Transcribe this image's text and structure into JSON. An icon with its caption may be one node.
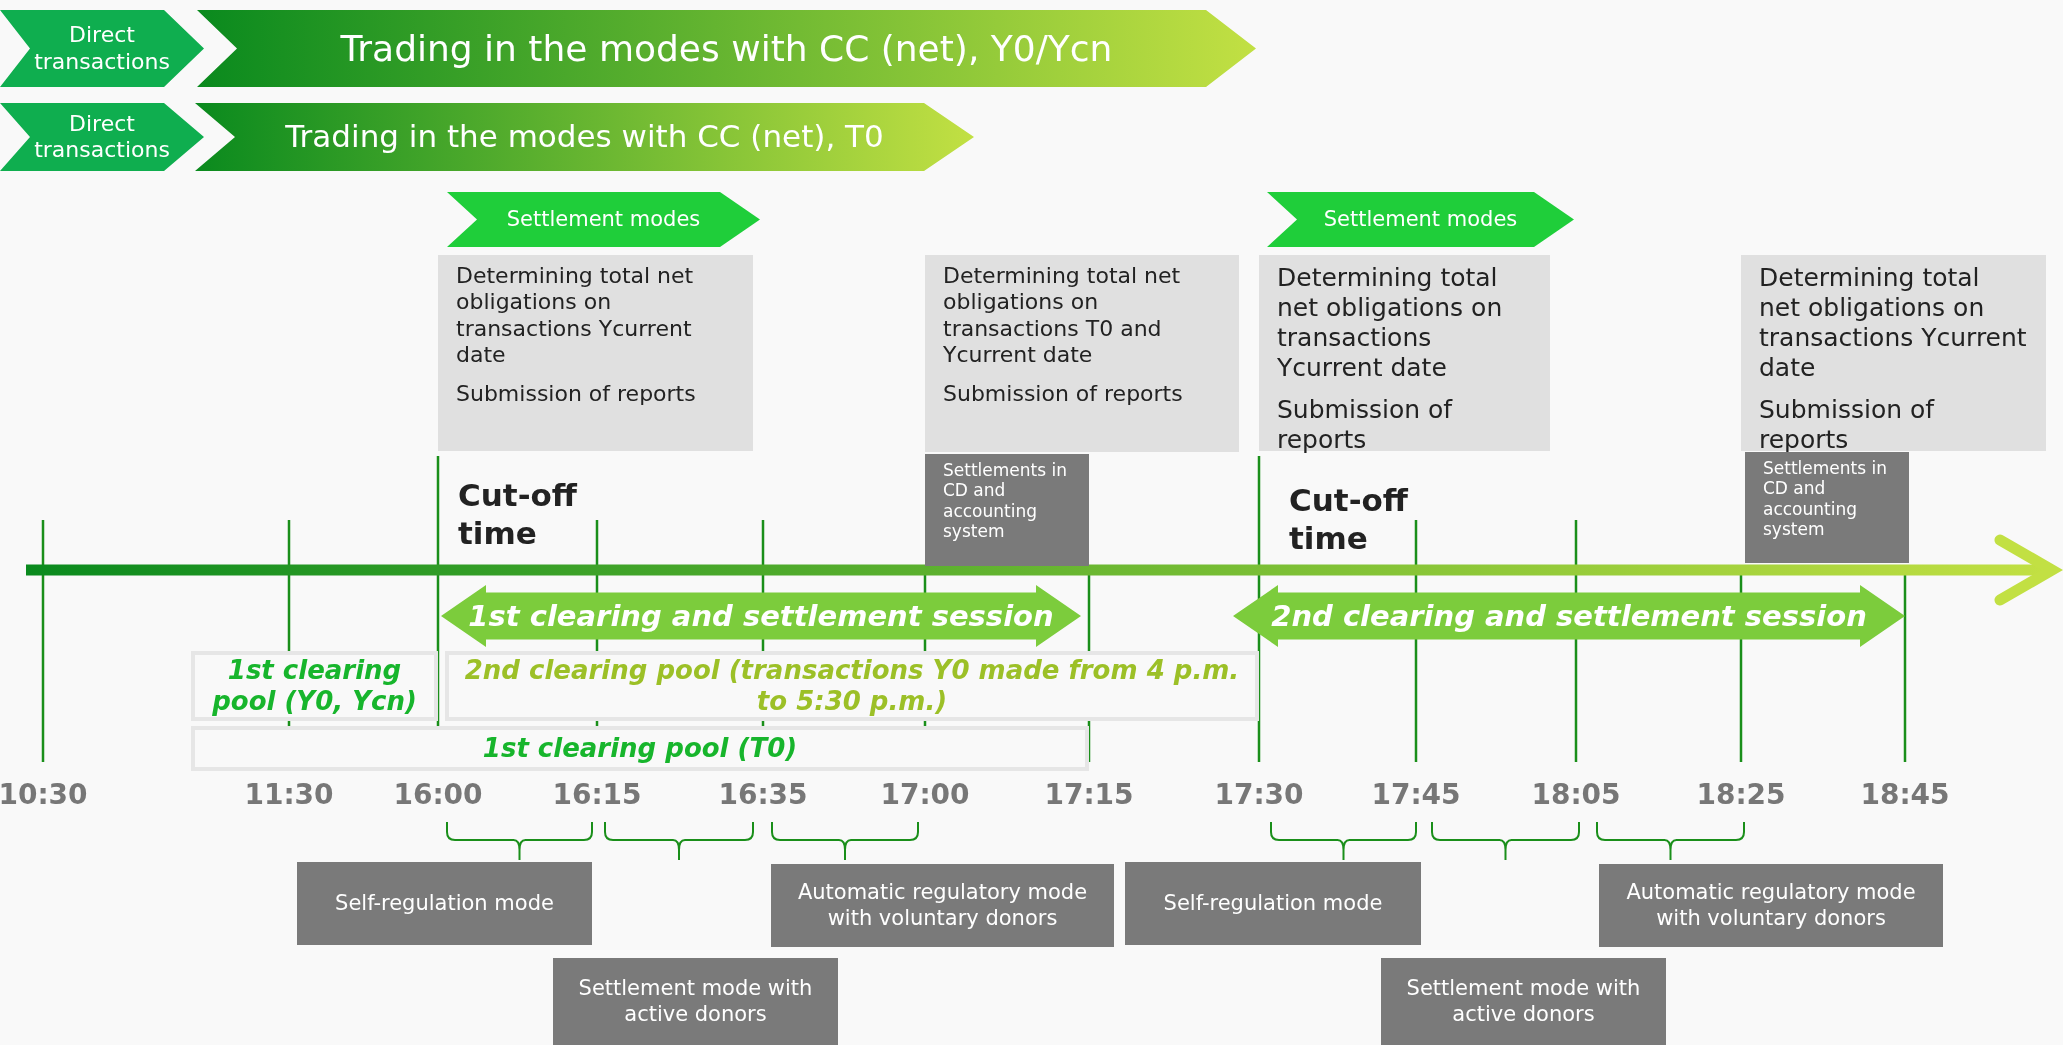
{
  "diagram": {
    "nodes": [
      {
        "text": [
          "Direct transactions"
        ]
      },
      {
        "text": [
          "Trading in the modes with CC (net), Y0/Ycn"
        ]
      },
      {
        "text": [
          "Direct transactions"
        ]
      },
      {
        "text": [
          "Trading in the modes with CC (net), T0"
        ]
      },
      {
        "text": [
          "Settlement modes"
        ]
      },
      {
        "text": [
          "Settlement modes"
        ]
      },
      {
        "text": [
          "Determining total net obligations on transactions Ycurrent date",
          "Submission of reports"
        ]
      },
      {
        "text": [
          "Determining total net obligations on transactions T0 and Ycurrent date",
          "Submission of reports"
        ]
      },
      {
        "text": [
          "Determining total net obligations on transactions Ycurrent date",
          "Submission of reports"
        ]
      },
      {
        "text": [
          "Determining total net obligations on transactions Ycurrent date",
          "Submission of reports"
        ]
      },
      {
        "text": [
          "Settlements in CD and accounting system"
        ]
      },
      {
        "text": [
          "Settlements in CD and accounting system"
        ]
      },
      {
        "text": [
          "1st clearing and settlement session"
        ]
      },
      {
        "text": [
          "2nd clearing and settlement session"
        ]
      },
      {
        "text": [
          "1st clearing pool (Y0, Ycn)"
        ]
      },
      {
        "text": [
          "2nd clearing pool (transactions Y0 made from 4 p.m. to 5:30 p.m.)"
        ]
      },
      {
        "text": [
          "1st clearing pool (T0)"
        ]
      },
      {
        "text": [
          "Self-regulation mode"
        ]
      },
      {
        "text": [
          "Automatic regulatory mode with voluntary donors"
        ]
      },
      {
        "text": [
          "Self-regulation mode"
        ]
      },
      {
        "text": [
          "Automatic regulatory mode with voluntary donors"
        ]
      },
      {
        "text": [
          "Settlement mode with active donors"
        ]
      },
      {
        "text": [
          "Settlement mode with active donors"
        ]
      }
    ],
    "labels": [
      "Cut-off time",
      "Cut-off time",
      "10:30",
      "11:30",
      "16:00",
      "16:15",
      "16:35",
      "17:00",
      "17:15",
      "17:30",
      "17:45",
      "18:05",
      "18:25",
      "18:45"
    ]
  }
}
